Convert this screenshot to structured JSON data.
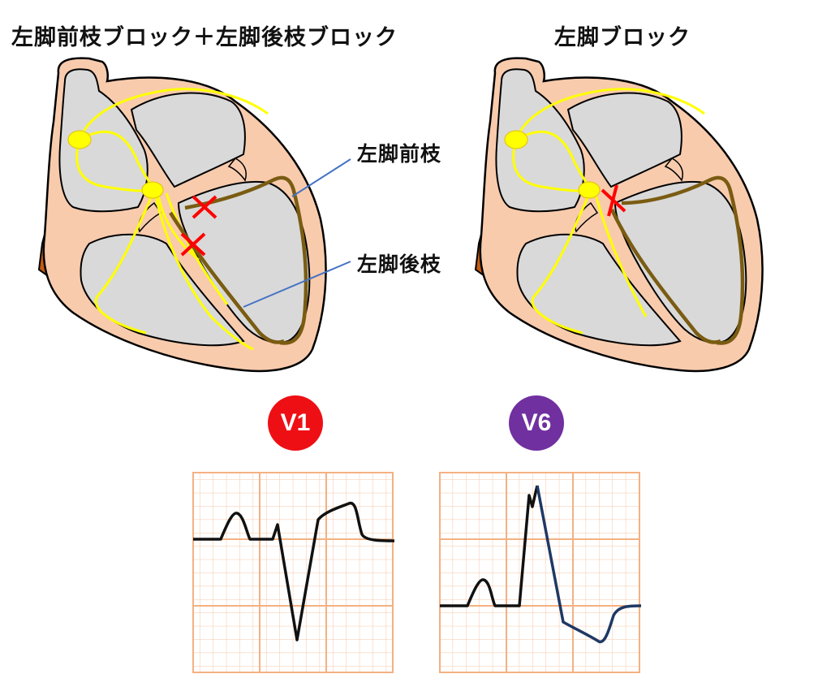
{
  "titles": {
    "left": "左脚前枝ブロック＋左脚後枝ブロック",
    "right": "左脚ブロック"
  },
  "labels": {
    "anterior_fascicle": "左脚前枝",
    "posterior_fascicle": "左脚後枝"
  },
  "leads": {
    "v1": "V1",
    "v6": "V6"
  },
  "colors": {
    "heart_wall": "#f8c8a8",
    "chamber": "#d9d9d9",
    "conduction_normal": "#ffff00",
    "conduction_blocked": "#7a5c12",
    "block_mark": "#ff0000",
    "pointer_line": "#4472c4",
    "aorta": "#c55a11",
    "ecg_grid": "#f4b183",
    "v1_badge": "#ee0f15",
    "v6_badge": "#7030a0"
  }
}
